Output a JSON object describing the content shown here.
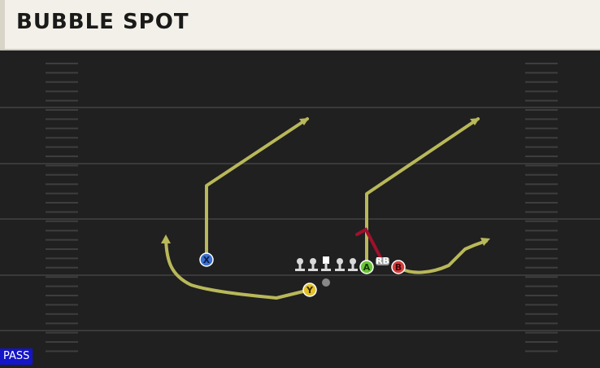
{
  "play": {
    "title": "BUBBLE SPOT",
    "type_badge": "PASS"
  },
  "players": {
    "x": {
      "label": "X",
      "color": "#3b6fd1"
    },
    "y": {
      "label": "Y",
      "color": "#e3c12b"
    },
    "a": {
      "label": "A",
      "color": "#6ac536"
    },
    "b": {
      "label": "B",
      "color": "#d83a3a"
    },
    "rb_tag": "RB"
  },
  "colors": {
    "route": "#b9b85a",
    "block": "#a0102c",
    "field_bg": "#202020",
    "yard_line": "#3a3a3a",
    "hash": "#3e3e3e",
    "lineman": "#d9d9d9",
    "center": "#ffffff",
    "ball": "#888888"
  }
}
